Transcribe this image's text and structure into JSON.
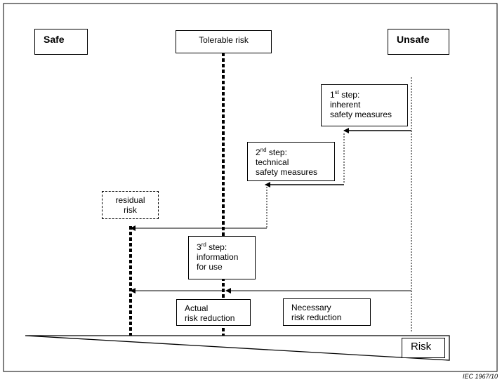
{
  "labels": {
    "safe": "Safe",
    "tolerable_risk": "Tolerable risk",
    "unsafe": "Unsafe",
    "risk": "Risk",
    "residual_risk": [
      "residual",
      "risk"
    ],
    "actual_risk_reduction": [
      "Actual",
      "risk reduction"
    ],
    "necessary_risk_reduction": [
      "Necessary",
      "risk reduction"
    ]
  },
  "steps": [
    {
      "num": "1",
      "ordinal": "st",
      "rest": " step:",
      "lines": [
        "inherent",
        "safety measures"
      ]
    },
    {
      "num": "2",
      "ordinal": "nd",
      "rest": " step:",
      "lines": [
        "technical",
        "safety measures"
      ]
    },
    {
      "num": "3",
      "ordinal": "rd",
      "rest": " step:",
      "lines": [
        "information",
        "for use"
      ]
    }
  ],
  "footer": "IEC   1967/10"
}
